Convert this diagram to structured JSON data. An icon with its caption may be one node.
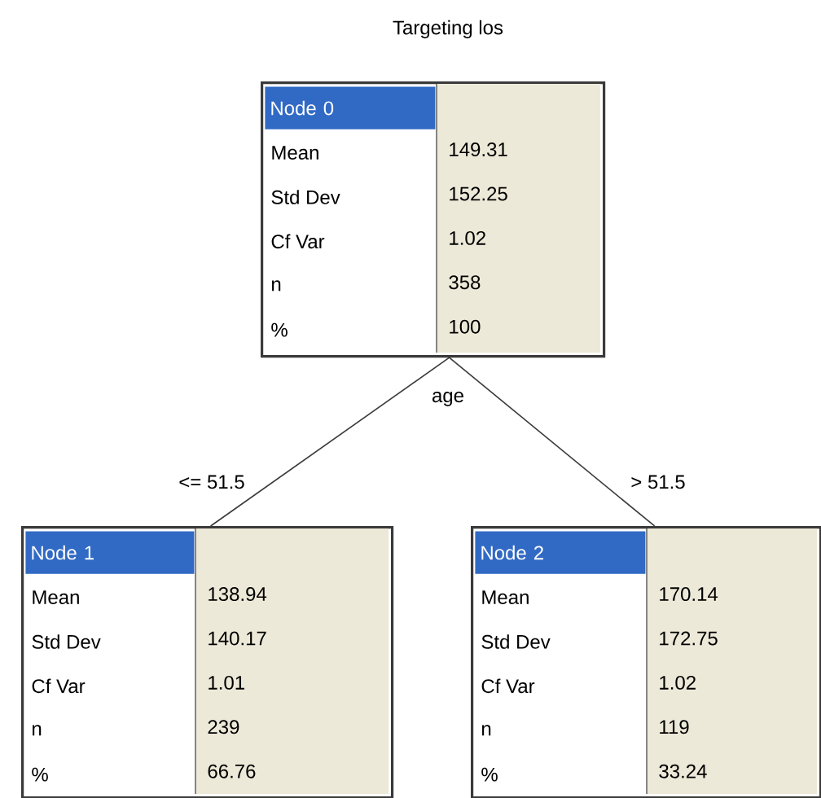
{
  "diagram": {
    "title": "Targeting los",
    "nodes": [
      {
        "text": [
          "Node 0",
          "Mean",
          "149.31",
          "Std Dev",
          "152.25",
          "Cf Var",
          "1.02",
          "n",
          "358",
          "%",
          "100"
        ],
        "beside": [
          "age"
        ]
      },
      {
        "text": [
          "Node 1",
          "Mean",
          "138.94",
          "Std Dev",
          "140.17",
          "Cf Var",
          "1.01",
          "n",
          "239",
          "%",
          "66.76"
        ]
      },
      {
        "text": [
          "Node 2",
          "Mean",
          "170.14",
          "Std Dev",
          "172.75",
          "Cf Var",
          "1.02",
          "n",
          "119",
          "%",
          "33.24"
        ]
      }
    ],
    "edges": [
      {
        "from": 0,
        "to": 1,
        "arrow": "none",
        "label": "<= 51.5"
      },
      {
        "from": 0,
        "to": 2,
        "arrow": "none",
        "label": "> 51.5"
      }
    ]
  }
}
